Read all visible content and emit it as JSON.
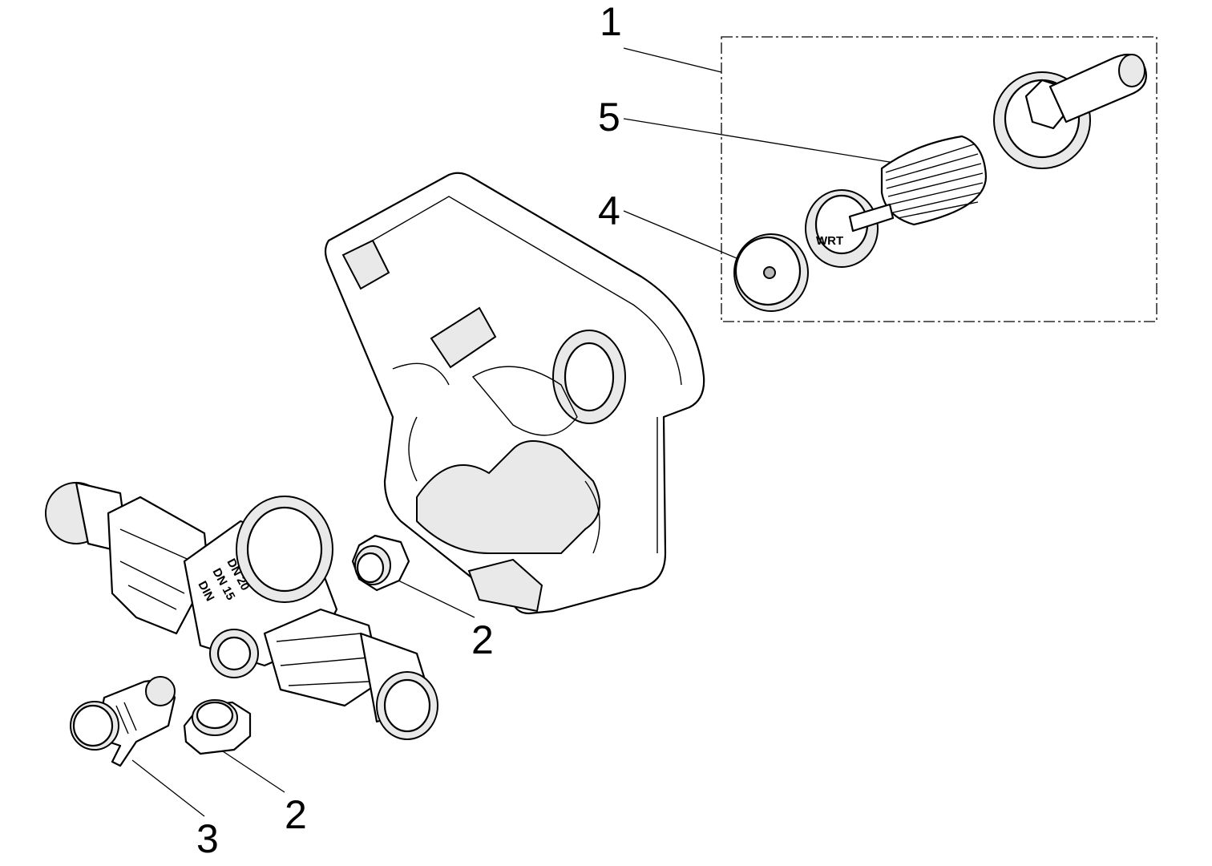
{
  "callouts": [
    {
      "id": "1",
      "label": "1"
    },
    {
      "id": "2a",
      "label": "2"
    },
    {
      "id": "2b",
      "label": "2"
    },
    {
      "id": "3",
      "label": "3"
    },
    {
      "id": "4",
      "label": "4"
    },
    {
      "id": "5",
      "label": "5"
    }
  ],
  "valve_markings": [
    "DN 20",
    "DN 15",
    "DIN"
  ],
  "colors": {
    "line": "#000000",
    "background": "#ffffff",
    "shade": "#e9e9e9"
  }
}
